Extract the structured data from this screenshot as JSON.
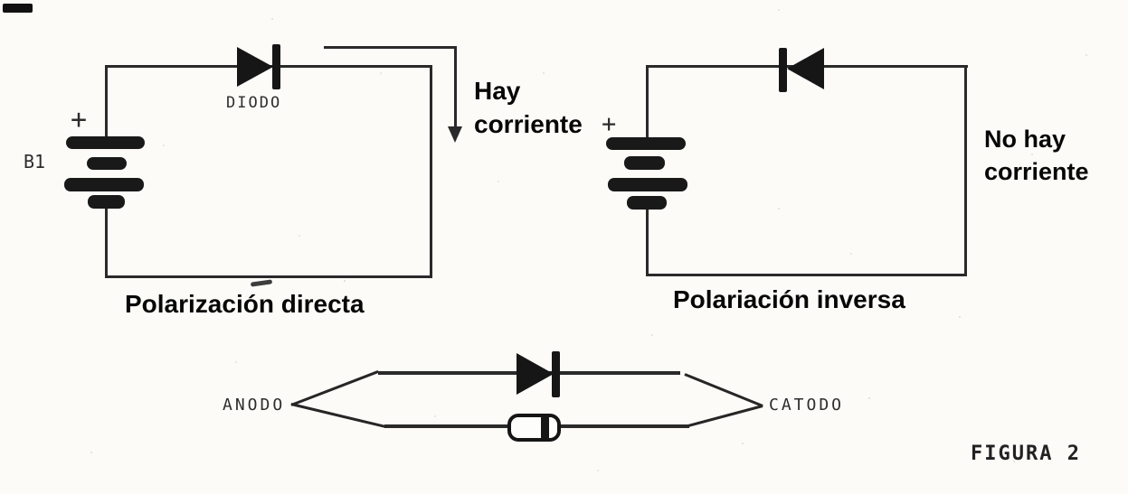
{
  "figure": {
    "caption": "FIGURA 2",
    "paper_color": "#fcfbf8",
    "ink_color": "#1a1a1a"
  },
  "forward_circuit": {
    "battery_label": "B1",
    "battery_plus": "+",
    "diode_label": "DIODO",
    "caption": "Polarización directa",
    "annotation_line1": "Hay",
    "annotation_line2": "corriente"
  },
  "reverse_circuit": {
    "battery_plus": "+",
    "caption": "Polariación inversa",
    "annotation_line1": "No hay",
    "annotation_line2": "corriente"
  },
  "terminals_diagram": {
    "anode_label": "ANODO",
    "cathode_label": "CATODO"
  }
}
